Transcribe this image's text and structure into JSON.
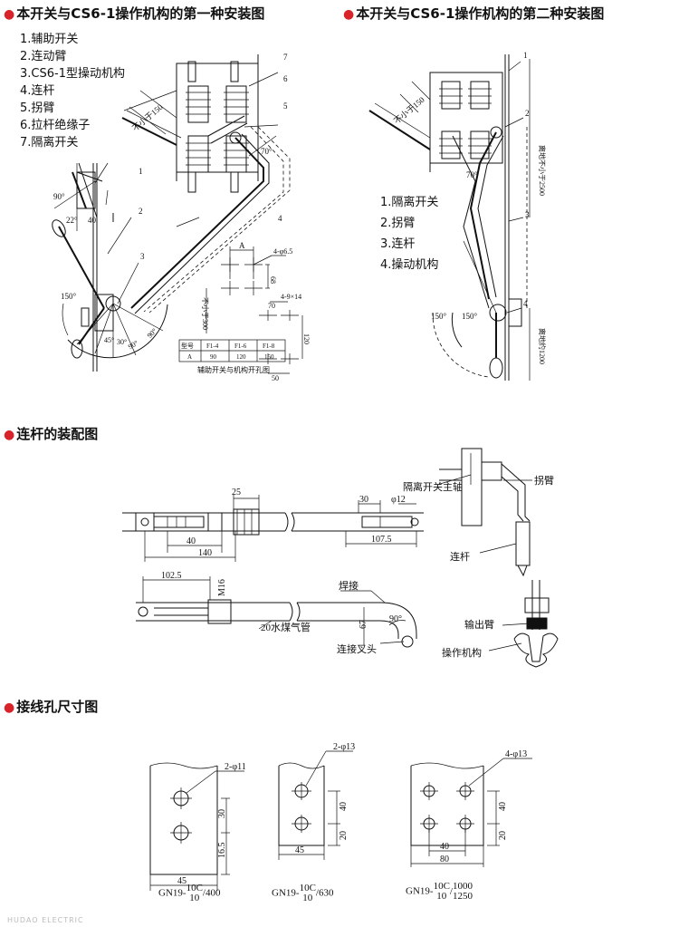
{
  "sections": {
    "install1": "本开关与CS6-1操作机构的第一种安装图",
    "install2": "本开关与CS6-1操作机构的第二种安装图",
    "rod": "连杆的装配图",
    "terminal": "接线孔尺寸图"
  },
  "legend1": [
    "1.辅助开关",
    "2.连动臂",
    "3.CS6-1型操动机构",
    "4.连杆",
    "5.拐臂",
    "6.拉杆绝缘子",
    "7.隔离开关"
  ],
  "legend2": [
    "1.隔离开关",
    "2.拐臂",
    "3.连杆",
    "4.操动机构"
  ],
  "fig1": {
    "not_less_150": "不小于150",
    "angle70": "70°",
    "angle90": "90°",
    "angle22": "22°",
    "dim40": "40",
    "angle150": "150°",
    "a45": "45°",
    "a30": "30°",
    "a90b": "90°",
    "a90c": "90°",
    "n1": "1",
    "n2": "2",
    "n3": "3",
    "n4": "4",
    "n5": "5",
    "n6": "6",
    "n7": "7"
  },
  "holes": {
    "A": "A",
    "phi65": "4-φ6.5",
    "d68": "68",
    "not_less_300": "不小于300",
    "d70": "70",
    "slot": "4-9×14",
    "d120": "120",
    "d50": "50",
    "caption": "辅助开关与机构开孔图",
    "table": {
      "header": [
        "型号",
        "F1-4",
        "F1-6",
        "F1-8"
      ],
      "row": [
        "A",
        "90",
        "120",
        "150"
      ]
    }
  },
  "fig2": {
    "not_less_150": "不小于150",
    "angle70": "70°",
    "angle150a": "150°",
    "angle150b": "150°",
    "ground2500": "离地不小于2500",
    "ground1200": "离地约1200",
    "n1": "1",
    "n2": "2",
    "n3": "3",
    "n4": "4"
  },
  "rod": {
    "d25": "25",
    "d40": "40",
    "d140": "140",
    "d30": "30",
    "phi12": "φ12",
    "d1075": "107.5",
    "d1025": "102.5",
    "m16": "M16",
    "weld": "焊接",
    "pipe": "20水煤气管",
    "d67": "67",
    "a90": "90°",
    "fork": "连接叉头",
    "shaft": "隔离开关主轴",
    "crank": "拐臂",
    "link": "连杆",
    "out_arm": "输出臂",
    "mech": "操作机构"
  },
  "terminals": {
    "t1": {
      "holes": "2-φ11",
      "d30": "30",
      "d165": "16.5",
      "d45": "45",
      "model_a": "GN19-",
      "model_b": "10C",
      "model_c": "10",
      "model_d": "/400"
    },
    "t2": {
      "holes": "2-φ13",
      "d40": "40",
      "d20": "20",
      "d45": "45",
      "model_a": "GN19-",
      "model_b": "10C",
      "model_c": "10",
      "model_d": "/630"
    },
    "t3": {
      "holes": "4-φ13",
      "d40v": "40",
      "d20": "20",
      "d40h": "40",
      "d80": "80",
      "model_a": "GN19-",
      "model_b": "10C",
      "model_c": "10",
      "model_d": "1000",
      "model_e": "1250"
    }
  },
  "watermark": "HUDAO ELECTRIC"
}
